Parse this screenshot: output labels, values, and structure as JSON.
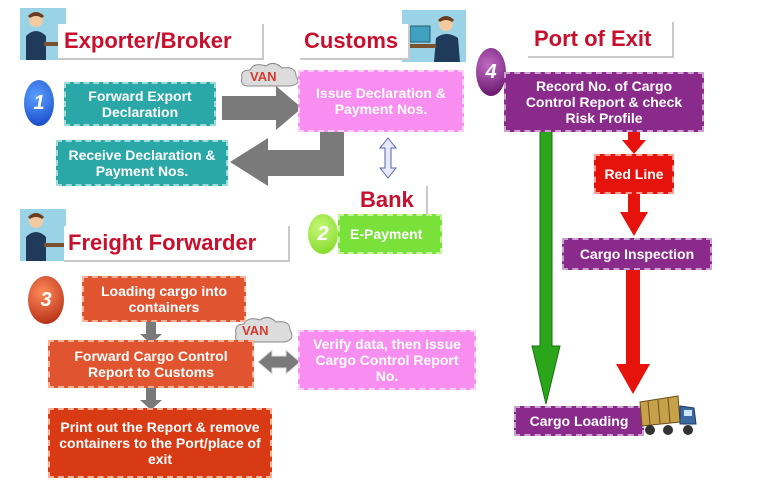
{
  "headers": {
    "exporter": "Exporter/Broker",
    "customs": "Customs",
    "port": "Port of Exit",
    "bank": "Bank",
    "freight": "Freight Forwarder"
  },
  "badges": {
    "b1": "1",
    "b2": "2",
    "b3": "3",
    "b4": "4"
  },
  "van_labels": {
    "van_top": "VAN",
    "van_mid": "VAN"
  },
  "boxes": {
    "forward_export": "Forward Export Declaration",
    "issue_declaration": "Issue Declaration & Payment Nos.",
    "receive_declaration": "Receive Declaration & Payment Nos.",
    "e_payment": "E-Payment",
    "loading_cargo": "Loading cargo into containers",
    "forward_cargo": "Forward Cargo Control Report to Customs",
    "print_report": "Print out the Report & remove containers to the Port/place of exit",
    "verify_data": "Verify data, then Issue Cargo Control Report No.",
    "record_no": "Record No. of Cargo Control Report & check Risk Profile",
    "red_line": "Red Line",
    "cargo_inspection": "Cargo Inspection",
    "cargo_loading": "Cargo Loading"
  },
  "icons": [
    "person-at-desk-icon",
    "truck-icon",
    "van-cloud-icon"
  ],
  "colors": {
    "header_text": "#c8102e",
    "teal": "#2aa7a7",
    "pink": "#f78ef0",
    "purple": "#8a2b8c",
    "red": "#e6120c",
    "orange": "#e0552f",
    "green": "#7ae03a"
  }
}
